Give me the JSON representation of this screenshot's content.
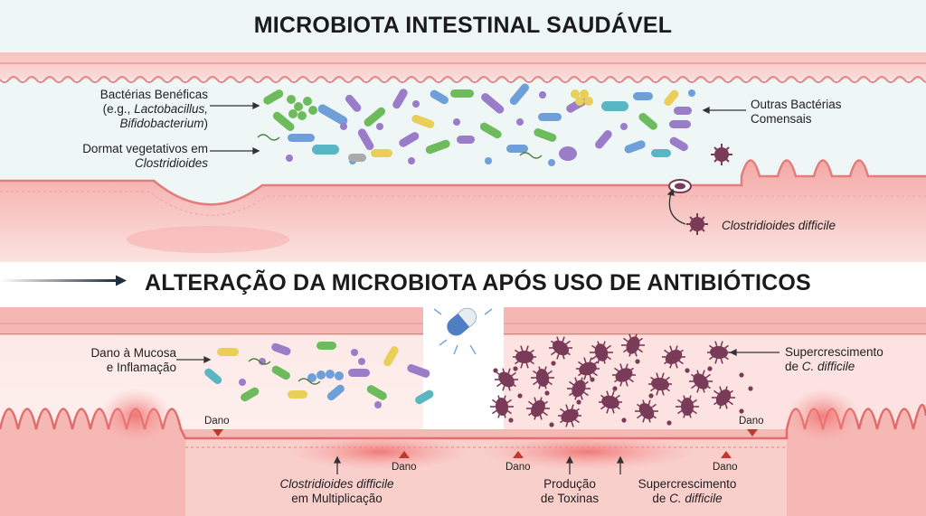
{
  "top": {
    "title": "MICROBIOTA INTESTINAL SAUDÁVEL",
    "labels": {
      "beneficial_1": "Bactérias Benéficas",
      "beneficial_2_prefix": "(e.g., ",
      "beneficial_2_italic": "Lactobacillus,",
      "beneficial_3_italic": "Bifidobacterium",
      "beneficial_3_suffix": ")",
      "dormant_1": "Dormat vegetativos em",
      "dormant_2_italic": "Clostridioides",
      "other_1": "Outras Bactérias",
      "other_2": "Comensais",
      "cdiff_italic": "Clostridioides difficile"
    }
  },
  "bottom": {
    "title": "ALTERAÇÃO DA MICROBIOTA APÓS USO DE ANTIBIÓTICOS",
    "labels": {
      "damage_1": "Dano à Mucosa",
      "damage_2": "e Inflamação",
      "overgrowth_1": "Supercrescimento",
      "overgrowth_2_prefix": "de ",
      "overgrowth_2_italic": "C. difficile",
      "dano": "Dano",
      "multiplication_1_italic": "Clostridioides difficile",
      "multiplication_2": "em Multiplicação",
      "toxins_1": "Produção",
      "toxins_2": "de Toxinas",
      "overgrowth_b_1": "Supercrescimento",
      "overgrowth_b_2_prefix": "de ",
      "overgrowth_b_2_italic": "C. difficile"
    }
  },
  "colors": {
    "mucosa": "#f2a6a6",
    "mucosa_dark": "#e47d7d",
    "lumen_top": "#eef7f5",
    "cdiff": "#7a3b58",
    "green": "#6dbb5c",
    "blue": "#6f9fd8",
    "purple": "#9a7cc8",
    "yellow": "#e9cf57",
    "teal": "#5bb6c4"
  },
  "icons": [
    "capsule-icon",
    "arrow-icon"
  ]
}
